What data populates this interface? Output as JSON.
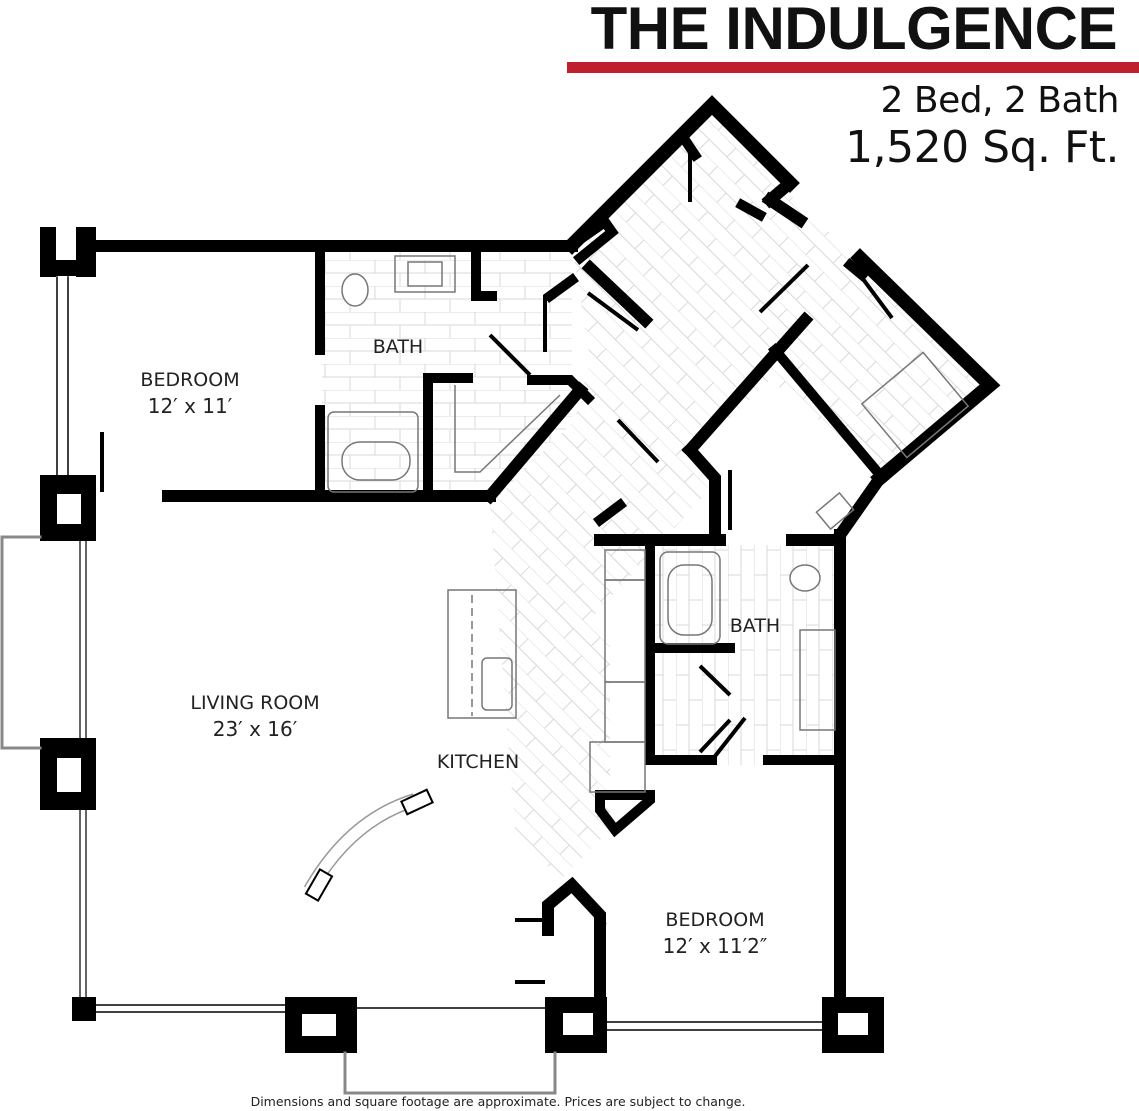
{
  "header": {
    "title": "THE INDULGENCE",
    "accent_color": "#C0202E",
    "beds_baths": "2 Bed, 2 Bath",
    "square_feet": "1,520 Sq. Ft."
  },
  "rooms": [
    {
      "id": "bedroom-1",
      "name": "BEDROOM",
      "dimensions": "12′ x 11′"
    },
    {
      "id": "bath-1",
      "name": "BATH",
      "dimensions": ""
    },
    {
      "id": "living-room",
      "name": "LIVING ROOM",
      "dimensions": "23′ x 16′"
    },
    {
      "id": "kitchen",
      "name": "KITCHEN",
      "dimensions": ""
    },
    {
      "id": "bath-2",
      "name": "BATH",
      "dimensions": ""
    },
    {
      "id": "bedroom-2",
      "name": "BEDROOM",
      "dimensions": "12′ x 11′2″"
    }
  ],
  "footer": {
    "disclaimer": "Dimensions and square footage are approximate.  Prices are subject to change."
  },
  "colors": {
    "wall": "#000000",
    "tile": "#d9d9d9",
    "fixture": "#888888"
  }
}
